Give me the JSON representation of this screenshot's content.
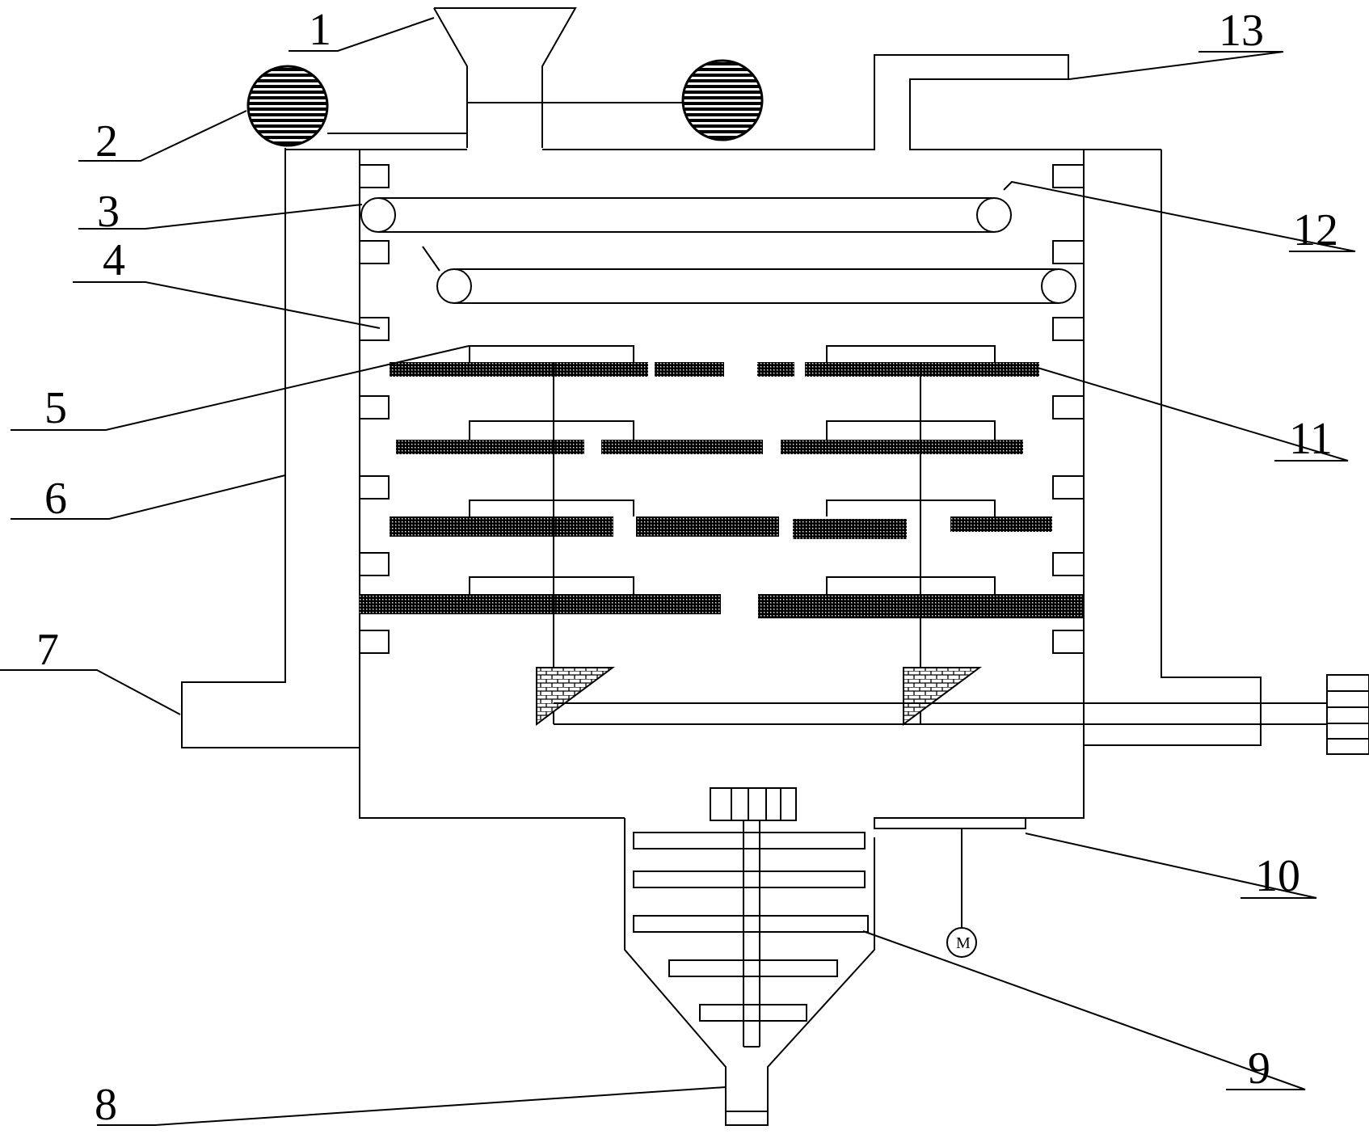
{
  "callouts": [
    {
      "id": "1",
      "text": "1"
    },
    {
      "id": "2",
      "text": "2"
    },
    {
      "id": "3",
      "text": "3"
    },
    {
      "id": "4",
      "text": "4"
    },
    {
      "id": "5",
      "text": "5"
    },
    {
      "id": "6",
      "text": "6"
    },
    {
      "id": "7",
      "text": "7"
    },
    {
      "id": "8",
      "text": "8"
    },
    {
      "id": "9",
      "text": "9"
    },
    {
      "id": "10",
      "text": "10"
    },
    {
      "id": "11",
      "text": "11"
    },
    {
      "id": "12",
      "text": "12"
    },
    {
      "id": "13",
      "text": "13"
    }
  ],
  "motor_symbol": "M",
  "colors": {
    "line": "#000000",
    "background": "#ffffff",
    "hatch": "#000000"
  }
}
